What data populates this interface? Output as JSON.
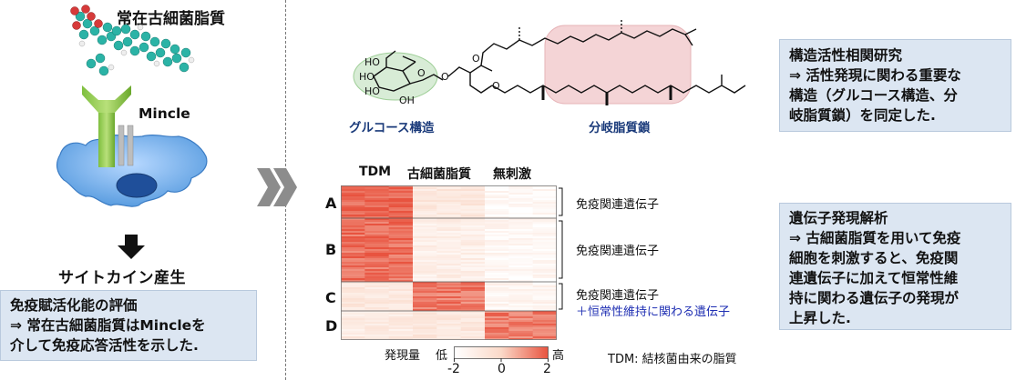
{
  "left": {
    "lipid_title": "常在古細菌脂質",
    "receptor_label": "Mincle",
    "output_label": "サイトカイン産生",
    "evaluation_box": {
      "line1": "免疫賦活化能の評価",
      "line2": "⇒  常在古細菌脂質はMincleを",
      "line3": "介して免疫応答活性を示した."
    }
  },
  "structure": {
    "glucose_label": "グルコース構造",
    "chain_label": "分岐脂質鎖",
    "atoms": [
      "HO",
      "HO",
      "HO",
      "OH",
      "O",
      "O",
      "O",
      "O"
    ],
    "glucose_color": "#d8ecd6",
    "chain_color": "#f4d4d6"
  },
  "sar_box": {
    "title": "構造活性相関研究",
    "line2": "⇒  活性発現に関わる重要な",
    "line3": "構造（グルコース構造、分",
    "line4": "岐脂質鎖）を同定した."
  },
  "gene_box": {
    "title": "遺伝子発現解析",
    "line2": "⇒  古細菌脂質を用いて免疫",
    "line3": "細胞を刺激すると、免疫関",
    "line4": "連遺伝子に加えて恒常性維",
    "line5": "持に関わる遺伝子の発現が",
    "line6": "上昇した."
  },
  "heatmap": {
    "columns": [
      "TDM",
      "古細菌脂質",
      "無刺激"
    ],
    "rows": [
      "A",
      "B",
      "C",
      "D"
    ],
    "annotations": {
      "a": "免疫関連遺伝子",
      "b": "免疫関連遺伝子",
      "c1": "免疫関連遺伝子",
      "c2": "＋恒常性維持に関わる遺伝子"
    },
    "legend_label": "発現量",
    "legend_low": "低",
    "legend_high": "高",
    "legend_ticks": [
      "-2",
      "0",
      "2"
    ],
    "footnote": "TDM: 結核菌由来の脂質",
    "colors": {
      "high": "#e8533f",
      "mid": "#fbe3d6",
      "low": "#ffffff",
      "accent_blue": "#1f2fb3"
    }
  }
}
